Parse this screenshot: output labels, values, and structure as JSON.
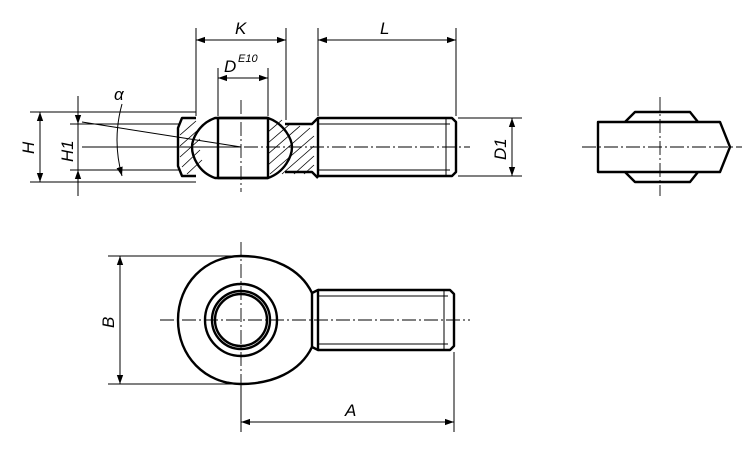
{
  "drawing": {
    "labels": {
      "K": "K",
      "L": "L",
      "D": "D",
      "D_sup": "E10",
      "alpha": "α",
      "H": "H",
      "H1": "H1",
      "D1": "D1",
      "B": "B",
      "A": "A"
    },
    "colors": {
      "line": "#000000",
      "background": "#ffffff"
    }
  }
}
